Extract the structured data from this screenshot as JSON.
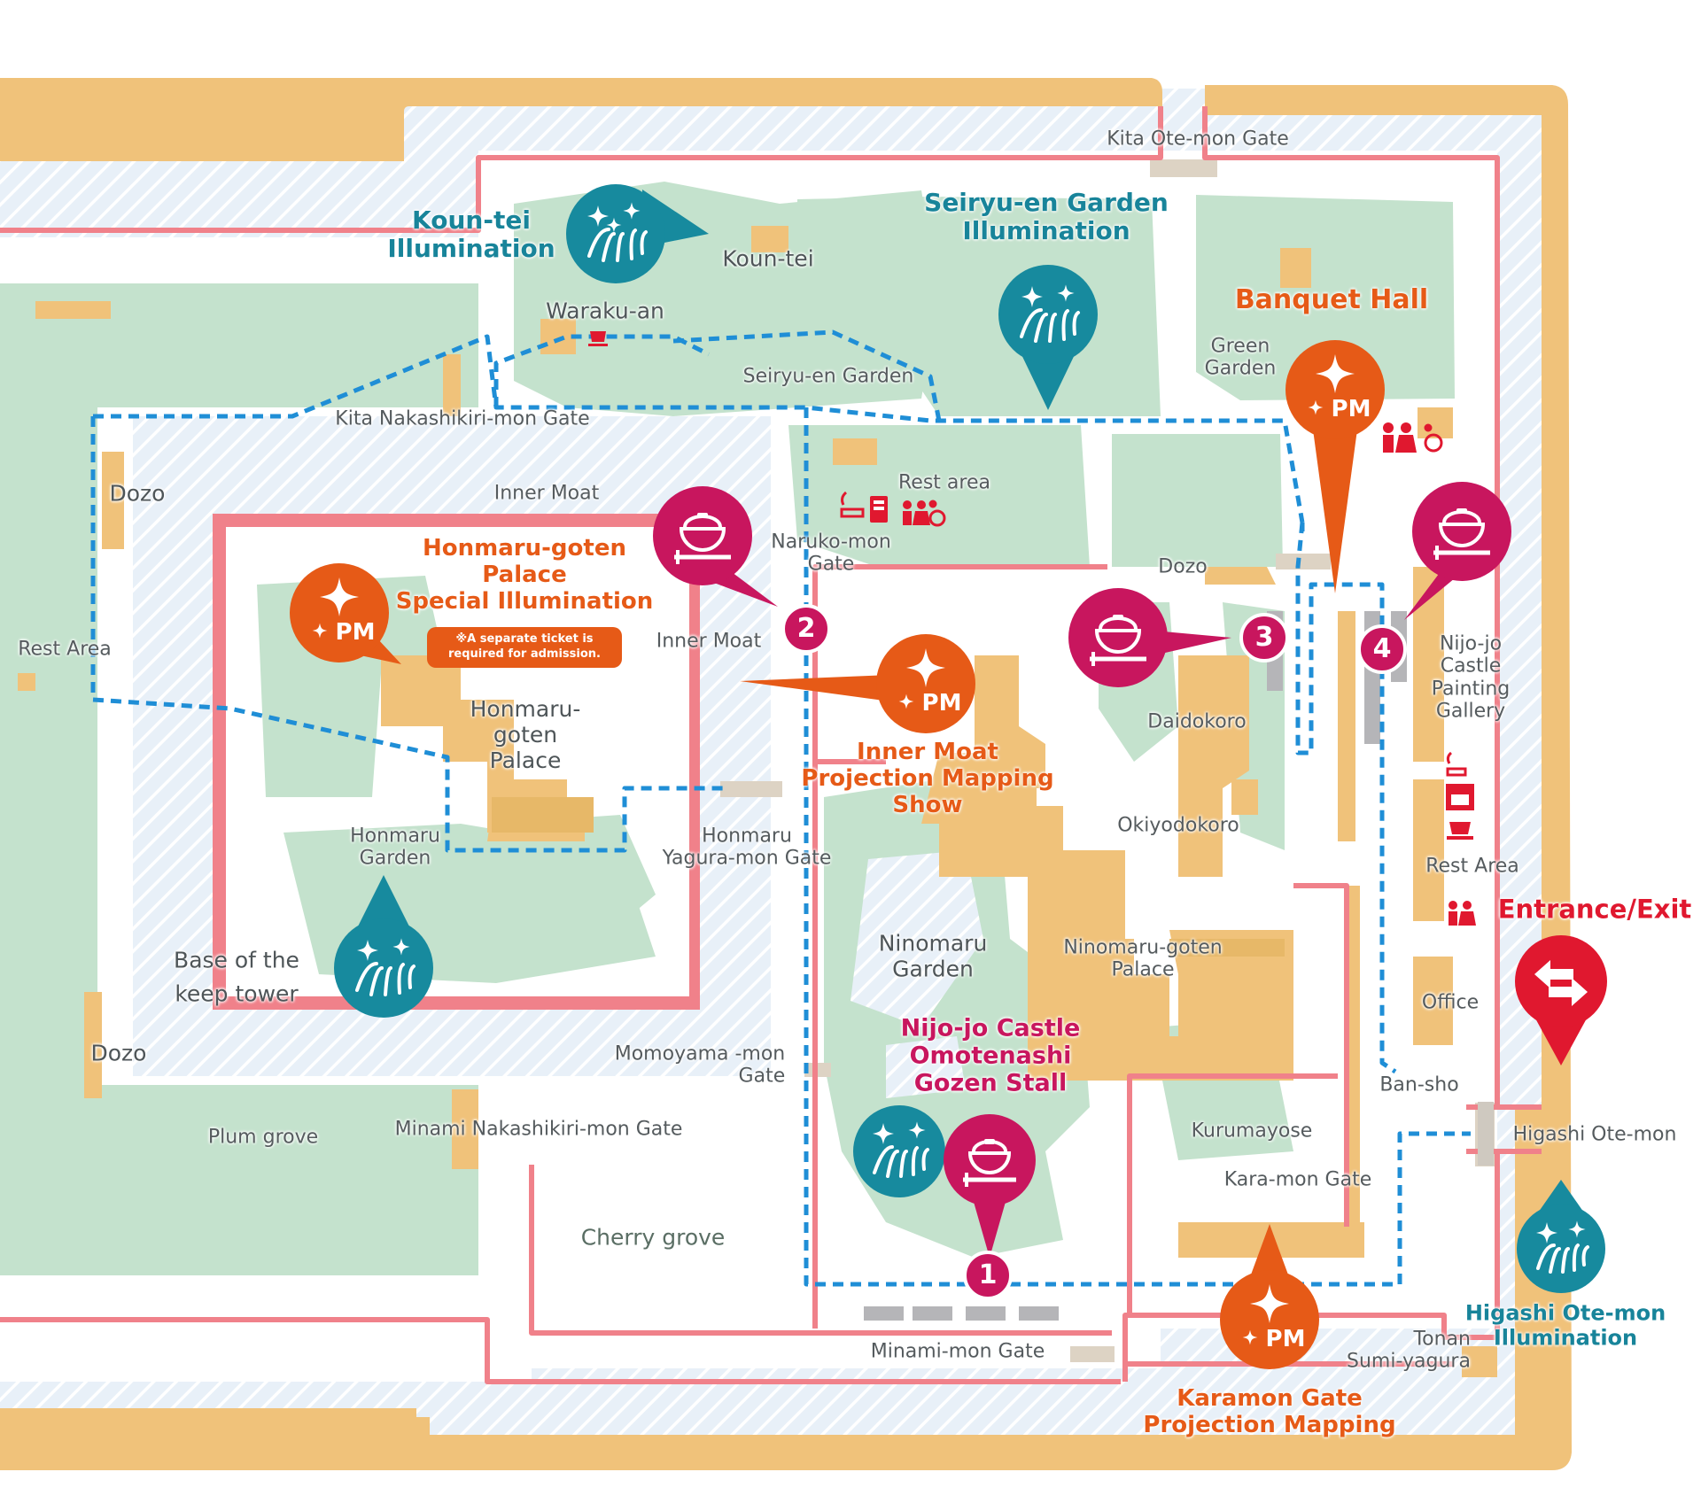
{
  "labels": {
    "kita_otemon_gate": "Kita Ote-mon Gate",
    "koun_tei": "Koun-tei",
    "waraku_an": "Waraku-an",
    "seiryu_en_garden": "Seiryu-en Garden",
    "kita_nakashikiri_gate": "Kita Nakashikiri-mon Gate",
    "green_garden": "Green\nGarden",
    "rest_area_top": "Rest area",
    "naruko_mon_gate": "Naruko-mon\nGate",
    "inner_moat_top": "Inner Moat",
    "inner_moat_right": "Inner Moat",
    "dozo_left_top": "Dozo",
    "dozo_left_bottom": "Dozo",
    "dozo_center": "Dozo",
    "rest_area_left": "Rest Area",
    "honmaru_goten_palace_building": "Honmaru-\ngoten\nPalace",
    "honmaru_garden": "Honmaru\nGarden",
    "honmaru_yagura_gate": "Honmaru\nYagura-mon Gate",
    "base_keep_tower": "Base of the\nkeep tower",
    "daidokoro": "Daidokoro",
    "okiyodokoro": "Okiyodokoro",
    "nijo_painting_gallery": "Nijo-jo\nCastle\nPainting\nGallery",
    "rest_area_right": "Rest Area",
    "ninomaru_garden": "Ninomaru\nGarden",
    "ninomaru_goten_palace": "Ninomaru-goten\nPalace",
    "office": "Office",
    "momoyama_gate": "Momoyama -mon\nGate",
    "ban_sho": "Ban-sho",
    "plum_grove": "Plum grove",
    "minami_nakashikiri_gate": "Minami Nakashikiri-mon Gate",
    "kurumayose": "Kurumayose",
    "kara_mon_gate": "Kara-mon Gate",
    "higashi_otemon": "Higashi Ote-mon",
    "cherry_grove": "Cherry grove",
    "minami_mon_gate": "Minami-mon Gate",
    "tonan_sumi_yagura": "Tonan\nSumi-yagura"
  },
  "events": {
    "koun_tei_illumination": "Koun-tei\nIllumination",
    "seiryu_en_illumination": "Seiryu-en Garden\nIllumination",
    "banquet_hall": "Banquet Hall",
    "honmaru_special_illumination": "Honmaru-goten\nPalace\nSpecial Illumination",
    "ticket_note_line1": "※A separate ticket is",
    "ticket_note_line2": "required for admission.",
    "inner_moat_projection": "Inner Moat\nProjection Mapping\nShow",
    "omotenashi_stall": "Nijo-jo Castle\nOmotenashi\nGozen Stall",
    "karamon_projection": "Karamon Gate\nProjection Mapping",
    "higashi_otemon_illumination": "Higashi Ote-mon\nIllumination",
    "entrance_exit": "Entrance/Exit"
  },
  "markers": {
    "pm_text": "PM",
    "route_numbers": [
      "1",
      "2",
      "3",
      "4"
    ]
  },
  "icons": [
    "fireworks-icon",
    "pm-sparkle-icon",
    "food-bowl-icon",
    "restroom-icon",
    "wheelchair-icon",
    "smoking-icon",
    "vending-machine-icon",
    "coffee-cup-icon",
    "shop-icon",
    "entrance-exit-arrow-icon"
  ],
  "colors": {
    "moat_water": "#e6eef6",
    "wall_tan": "#f0c27a",
    "garden_green": "#c4e2cd",
    "pink_route": "#f0818a",
    "blue_dashed_route": "#1f8ed6",
    "teal_marker": "#178a9e",
    "orange_marker": "#e65a17",
    "magenta_marker": "#c8165e",
    "red_exit": "#e0182f"
  }
}
